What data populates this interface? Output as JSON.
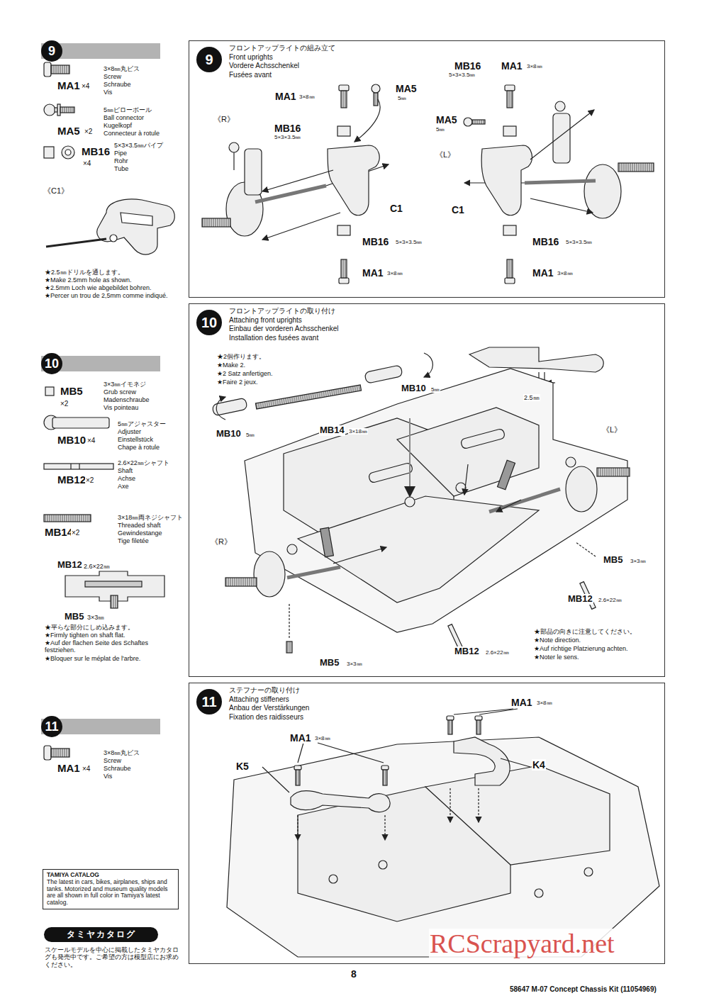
{
  "diagram": {
    "nodes": [
      {
        "text": [
          "9"
        ]
      },
      {
        "text": [
          "10"
        ]
      },
      {
        "text": [
          "11"
        ]
      },
      {
        "text": [
          "9",
          "フロントアップライトの組み立て",
          "Front uprights",
          "Vordere Achsschenkel",
          "Fusées avant"
        ]
      },
      {
        "text": [
          "10",
          "フロントアップライトの取り付け",
          "Attaching front uprights",
          "Einbau der vorderen Achsschenkel",
          "Installation des fusées avant"
        ]
      },
      {
        "text": [
          "11",
          "ステフナーの取り付け",
          "Attaching stiffeners",
          "Anbau der Verstärkungen",
          "Fixation des raidisseurs"
        ]
      },
      {
        "text": [
          "TAMIYA CATALOG",
          "The latest in cars, bikes, airplanes, ships and tanks. Motorized and museum quality models are all shown in full color in Tamiya's latest catalog."
        ]
      },
      {
        "text": [
          "タミヤカタログ"
        ]
      }
    ],
    "labels": [
      "MA1",
      "×4",
      "3×8㎜丸ビス",
      "Screw",
      "Schraube",
      "Vis",
      "MA5",
      "×2",
      "5㎜ピローボール",
      "Ball connector",
      "Kugelkopf",
      "Connecteur à rotule",
      "MB16",
      "×4",
      "5×3×3.5㎜パイプ",
      "Pipe",
      "Rohr",
      "Tube",
      "《C1》",
      "★2.5㎜ドリルを通します。",
      "★Make 2.5mm hole as shown.",
      "★2.5mm Loch wie abgebildet bohren.",
      "★Percer un trou de 2,5mm comme indiqué.",
      "MB5",
      "×2",
      "3×3㎜イモネジ",
      "Grub screw",
      "Madenschraube",
      "Vis pointeau",
      "MB10",
      "×4",
      "5㎜アジャスター",
      "Adjuster",
      "Einstellstück",
      "Chape à rotule",
      "MB12",
      "×2",
      "2.6×22㎜シャフト",
      "Shaft",
      "Achse",
      "Axe",
      "MB14",
      "×2",
      "3×18㎜両ネジシャフト",
      "Threaded shaft",
      "Gewindestange",
      "Tige filetée",
      "MB12",
      "2.6×22㎜",
      "MB5",
      "3×3㎜",
      "★平らな部分にしめ込みます。",
      "★Firmly tighten on shaft flat.",
      "★Auf der flachen Seite des Schaftes festziehen.",
      "★Bloquer sur le méplat de l'arbre.",
      "MA1",
      "×4",
      "3×8㎜丸ビス",
      "Screw",
      "Schraube",
      "Vis",
      "《R》",
      "MA1",
      "3×8㎜",
      "MA5",
      "5㎜",
      "MB16",
      "5×3×3.5㎜",
      "C1",
      "MB16",
      "5×3×3.5㎜",
      "MA1",
      "3×8㎜",
      "MB16",
      "5×3×3.5㎜",
      "MA1",
      "3×8㎜",
      "MA5",
      "5㎜",
      "《L》",
      "C1",
      "MB16",
      "5×3×3.5㎜",
      "MA1",
      "3×8㎜",
      "★2個作ります。",
      "★Make 2.",
      "★2 Satz anfertigen.",
      "★Faire 2 jeux.",
      "MB10",
      "5㎜",
      "MB14",
      "3×18㎜",
      "MB10",
      "5㎜",
      "2.5㎜",
      "《L》",
      "《R》",
      "MB5",
      "3×3㎜",
      "MB12",
      "2.6×22㎜",
      "★部品の向きに注意してください。",
      "★Note direction.",
      "★Auf richtige Platzierung achten.",
      "★Noter le sens.",
      "MB12",
      "2.6×22㎜",
      "MB5",
      "3×3㎜",
      "MA1",
      "3×8㎜",
      "MA1",
      "3×8㎜",
      "K5",
      "K4",
      "スケールモデルを中心に掲載したタミヤカタログも発売中です。ご希望の方は模型店にお求めください。",
      "8",
      "58647 M-07 Concept Chassis Kit (11054969)",
      "RCScrapyard.net"
    ]
  }
}
